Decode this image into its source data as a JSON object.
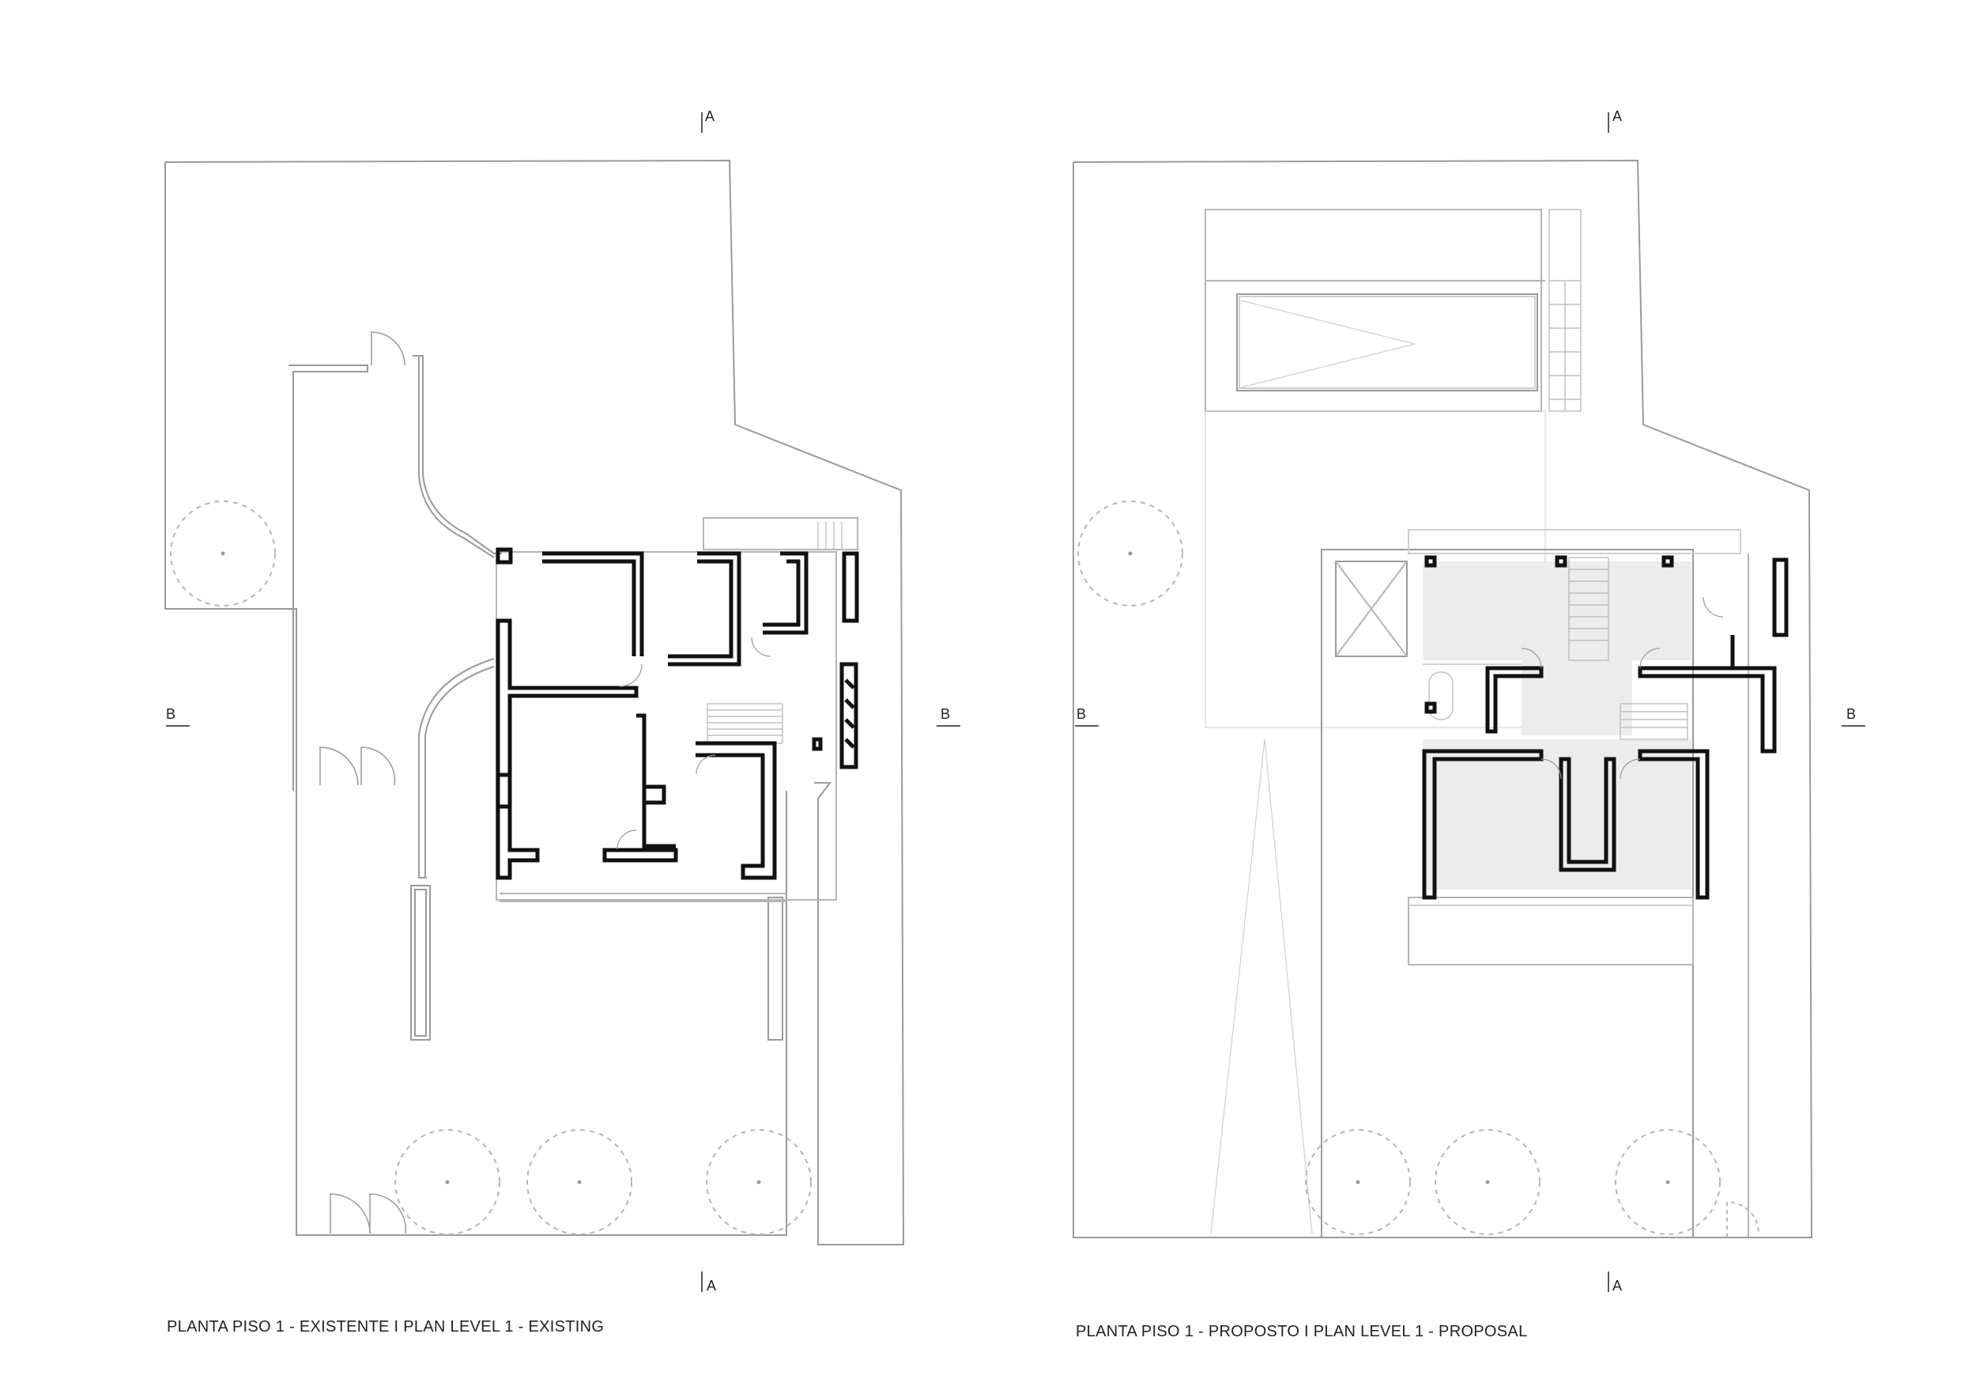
{
  "drawings": [
    {
      "id": "existing",
      "caption": "PLANTA PISO 1 - EXISTENTE  I  PLAN LEVEL 1 - EXISTING"
    },
    {
      "id": "proposal",
      "caption": "PLANTA PISO 1 - PROPOSTO  I  PLAN LEVEL 1 - PROPOSAL"
    }
  ],
  "section_marks": {
    "a": "A",
    "b": "B"
  },
  "colors": {
    "line": "#9a9a9a",
    "light_line": "#cfcfcf",
    "wall": "#111111",
    "floor_fill": "#ececec",
    "text": "#222222"
  }
}
